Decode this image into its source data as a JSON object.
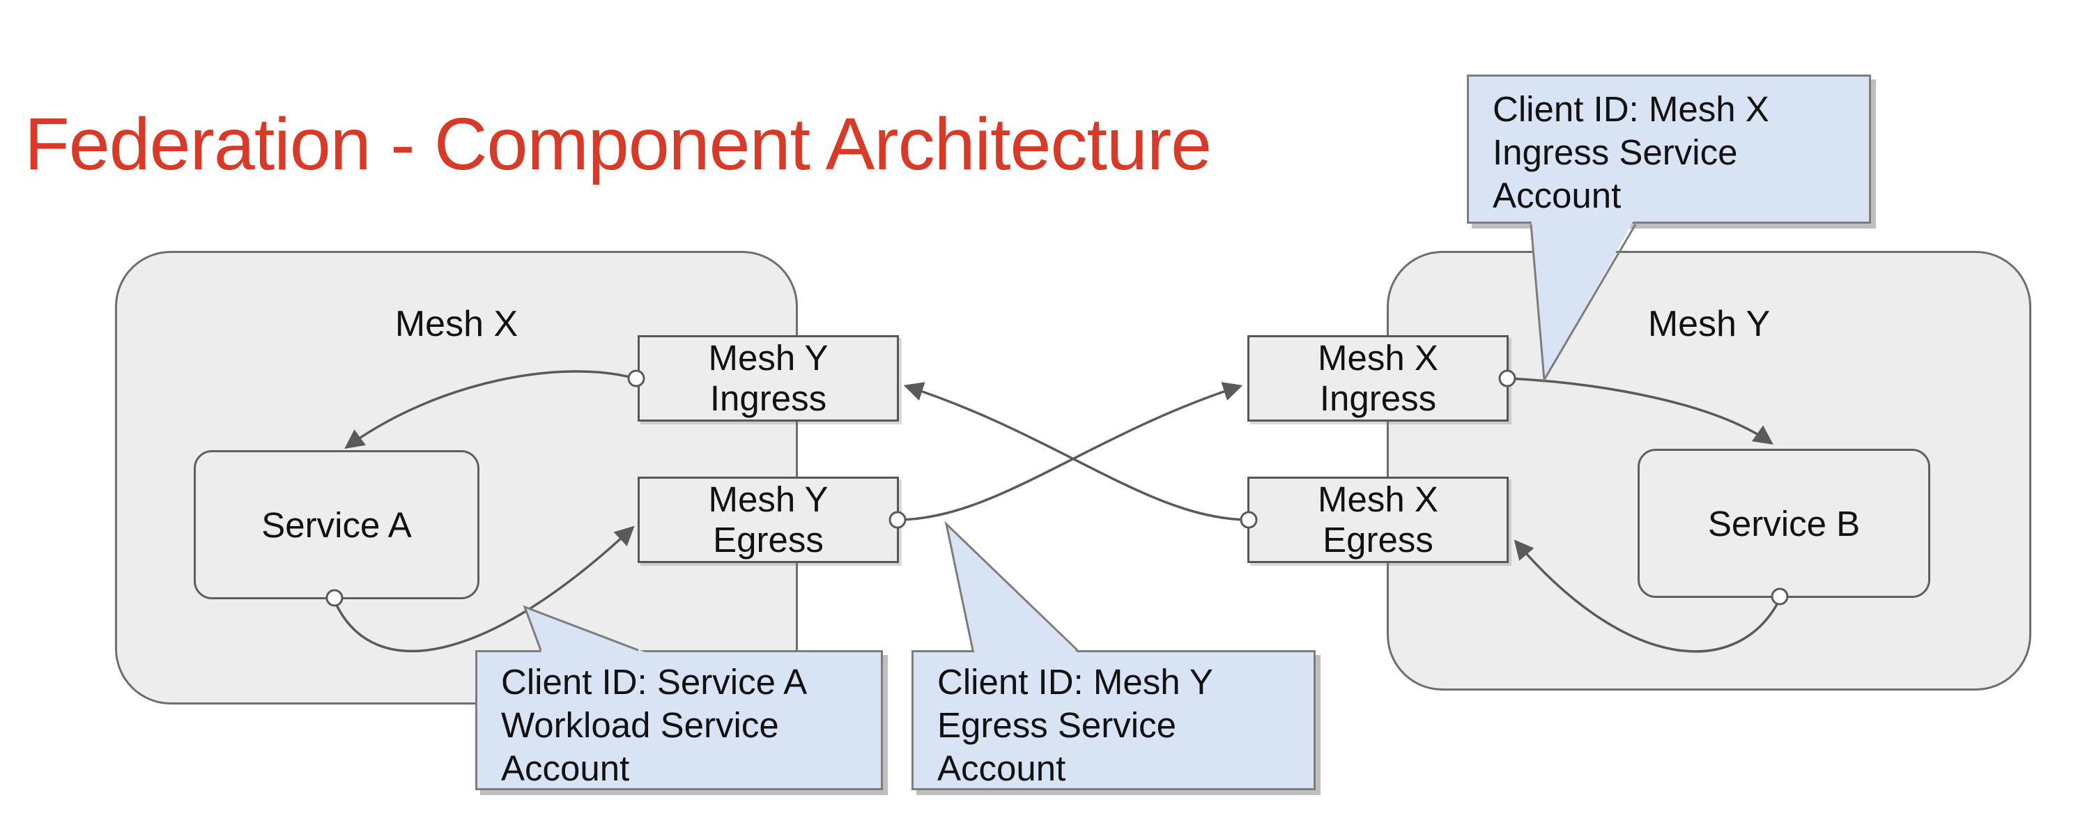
{
  "title": {
    "text": "Federation - Component Architecture"
  },
  "theme": {
    "title_color": "#d93a27",
    "shape_fill": "#ededed",
    "shape_border": "#5f5f5f",
    "callout_fill": "#d8e3f3",
    "callout_border": "#7d7d7d",
    "arrow_color": "#5a5a5a",
    "text_color": "#111111",
    "background": "#ffffff"
  },
  "containers": [
    {
      "label": "Mesh X"
    },
    {
      "label": "Mesh Y"
    }
  ],
  "nodes": {
    "service_a": {
      "label": "Service A"
    },
    "service_b": {
      "label": "Service B"
    },
    "mesh_y_ingress": {
      "line1": "Mesh Y",
      "line2": "Ingress"
    },
    "mesh_y_egress": {
      "line1": "Mesh Y",
      "line2": "Egress"
    },
    "mesh_x_ingress": {
      "line1": "Mesh X",
      "line2": "Ingress"
    },
    "mesh_x_egress": {
      "line1": "Mesh X",
      "line2": "Egress"
    }
  },
  "callouts": {
    "mesh_x_ingress_account": {
      "lines": [
        "Client ID: Mesh X",
        "Ingress Service",
        "Account"
      ]
    },
    "service_a_account": {
      "lines": [
        "Client ID: Service A",
        "Workload Service",
        "Account"
      ]
    },
    "mesh_y_egress_account": {
      "lines": [
        "Client ID: Mesh Y",
        "Egress Service",
        "Account"
      ]
    }
  }
}
